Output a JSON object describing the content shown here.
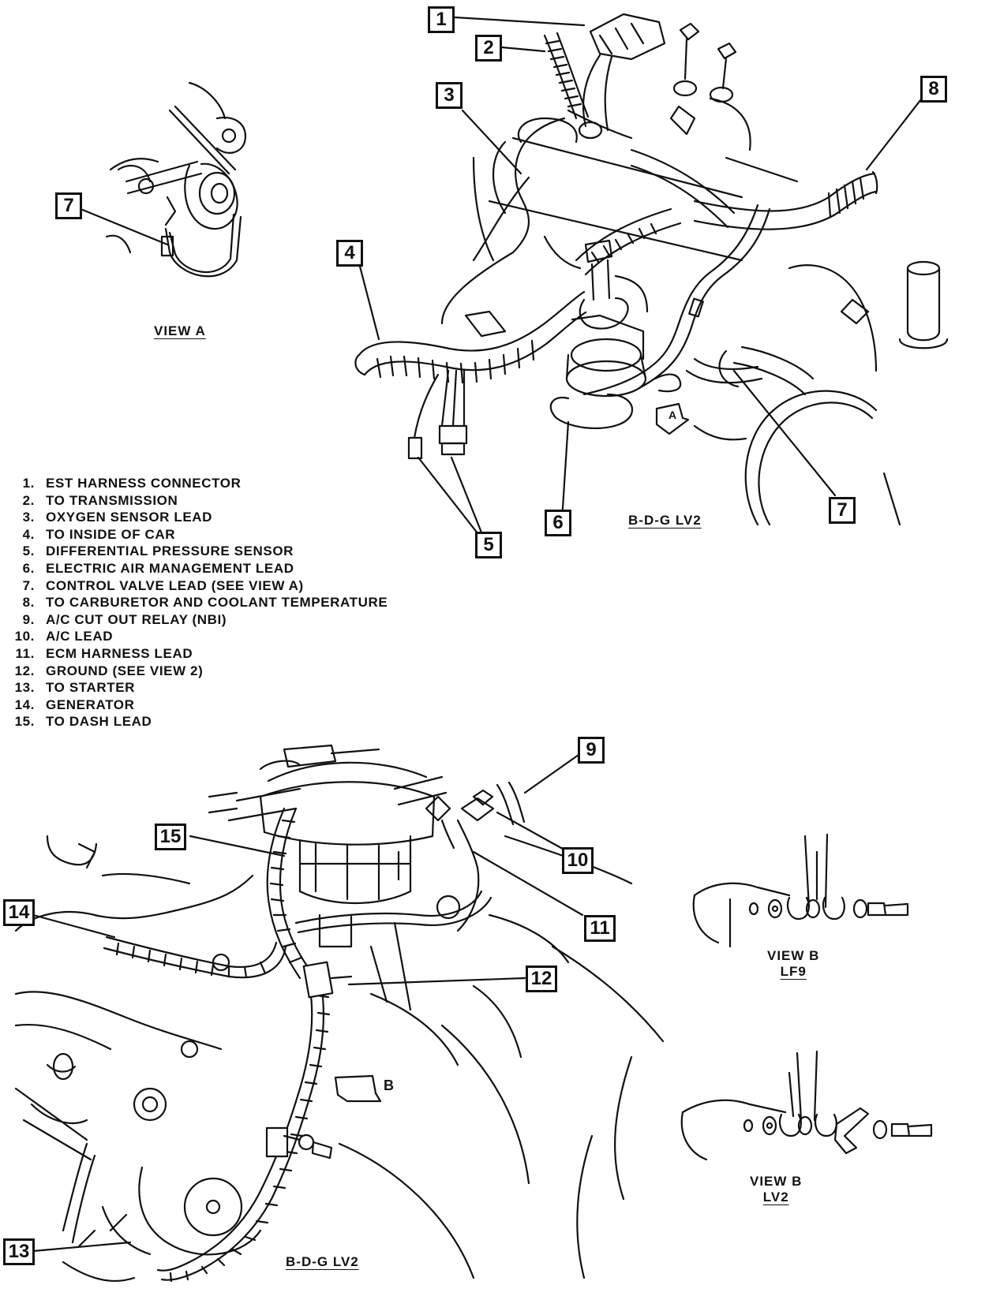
{
  "top_view": {
    "caption": "B-D-G LV2",
    "callouts": [
      "1",
      "2",
      "3",
      "8",
      "4",
      "5",
      "6",
      "7"
    ]
  },
  "view_a": {
    "caption": "VIEW A",
    "callout": "7"
  },
  "legend": [
    {
      "num": "1.",
      "text": "EST HARNESS CONNECTOR"
    },
    {
      "num": "2.",
      "text": "TO TRANSMISSION"
    },
    {
      "num": "3.",
      "text": "OXYGEN SENSOR LEAD"
    },
    {
      "num": "4.",
      "text": "TO INSIDE OF CAR"
    },
    {
      "num": "5.",
      "text": "DIFFERENTIAL PRESSURE SENSOR"
    },
    {
      "num": "6.",
      "text": "ELECTRIC AIR MANAGEMENT LEAD"
    },
    {
      "num": "7.",
      "text": "CONTROL VALVE LEAD (SEE VIEW A)"
    },
    {
      "num": "8.",
      "text": "TO CARBURETOR AND COOLANT TEMPERATURE"
    },
    {
      "num": "9.",
      "text": "A/C CUT OUT RELAY (NBI)"
    },
    {
      "num": "10.",
      "text": "A/C LEAD"
    },
    {
      "num": "11.",
      "text": "ECM HARNESS LEAD"
    },
    {
      "num": "12.",
      "text": "GROUND (SEE VIEW 2)"
    },
    {
      "num": "13.",
      "text": "TO STARTER"
    },
    {
      "num": "14.",
      "text": "GENERATOR"
    },
    {
      "num": "15.",
      "text": "TO DASH LEAD"
    }
  ],
  "bottom_view": {
    "caption": "B-D-G LV2",
    "callouts": [
      "9",
      "15",
      "10",
      "14",
      "11",
      "12",
      "13"
    ],
    "arrow_letter": "B"
  },
  "top_arrow_letter": "A",
  "view_b_lf9": {
    "line1": "VIEW B",
    "line2": "LF9"
  },
  "view_b_lv2": {
    "line1": "VIEW B",
    "line2": "LV2"
  }
}
